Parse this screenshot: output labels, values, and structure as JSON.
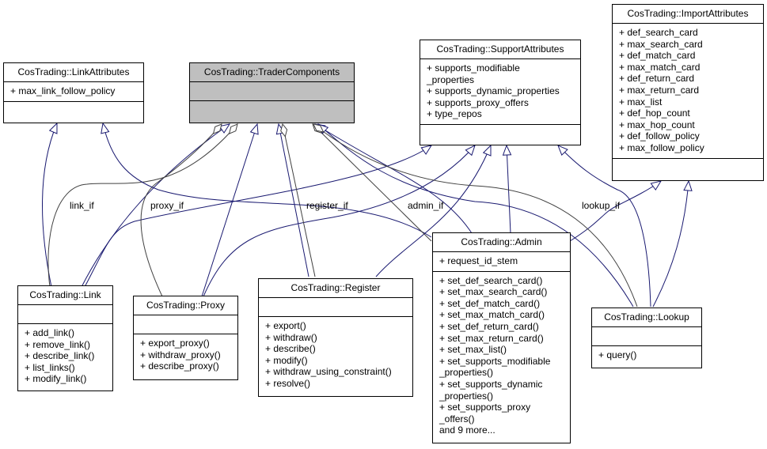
{
  "diagram": {
    "type": "class-collaboration",
    "classes": {
      "link_attributes": {
        "name": "CosTrading::LinkAttributes",
        "attributes": [
          "+ max_link_follow_policy"
        ],
        "methods": []
      },
      "trader_components": {
        "name": "CosTrading::TraderComponents",
        "attributes": [],
        "methods": []
      },
      "support_attributes": {
        "name": "CosTrading::SupportAttributes",
        "attributes": [
          "+ supports_modifiable",
          "_properties",
          "+ supports_dynamic_properties",
          "+ supports_proxy_offers",
          "+ type_repos"
        ],
        "methods": []
      },
      "import_attributes": {
        "name": "CosTrading::ImportAttributes",
        "attributes": [
          "+ def_search_card",
          "+ max_search_card",
          "+ def_match_card",
          "+ max_match_card",
          "+ def_return_card",
          "+ max_return_card",
          "+ max_list",
          "+ def_hop_count",
          "+ max_hop_count",
          "+ def_follow_policy",
          "+ max_follow_policy"
        ],
        "methods": []
      },
      "link": {
        "name": "CosTrading::Link",
        "attributes": [],
        "methods": [
          "+ add_link()",
          "+ remove_link()",
          "+ describe_link()",
          "+ list_links()",
          "+ modify_link()"
        ]
      },
      "proxy": {
        "name": "CosTrading::Proxy",
        "attributes": [],
        "methods": [
          "+ export_proxy()",
          "+ withdraw_proxy()",
          "+ describe_proxy()"
        ]
      },
      "register": {
        "name": "CosTrading::Register",
        "attributes": [],
        "methods": [
          "+ export()",
          "+ withdraw()",
          "+ describe()",
          "+ modify()",
          "+ withdraw_using_constraint()",
          "+ resolve()"
        ]
      },
      "admin": {
        "name": "CosTrading::Admin",
        "attributes": [
          "+ request_id_stem"
        ],
        "methods": [
          "+ set_def_search_card()",
          "+ set_max_search_card()",
          "+ set_def_match_card()",
          "+ set_max_match_card()",
          "+ set_def_return_card()",
          "+ set_max_return_card()",
          "+ set_max_list()",
          "+ set_supports_modifiable",
          "_properties()",
          "+ set_supports_dynamic",
          "_properties()",
          "+ set_supports_proxy",
          "_offers()",
          "and 9 more..."
        ]
      },
      "lookup": {
        "name": "CosTrading::Lookup",
        "attributes": [],
        "methods": [
          "+ query()"
        ]
      }
    },
    "edge_labels": {
      "link_if": "link_if",
      "proxy_if": "proxy_if",
      "register_if": "register_if",
      "admin_if": "admin_if",
      "lookup_if": "lookup_if"
    },
    "colors": {
      "inheritance": "#191970",
      "composition": "#404040",
      "highlight": "#bfbfbf"
    }
  }
}
